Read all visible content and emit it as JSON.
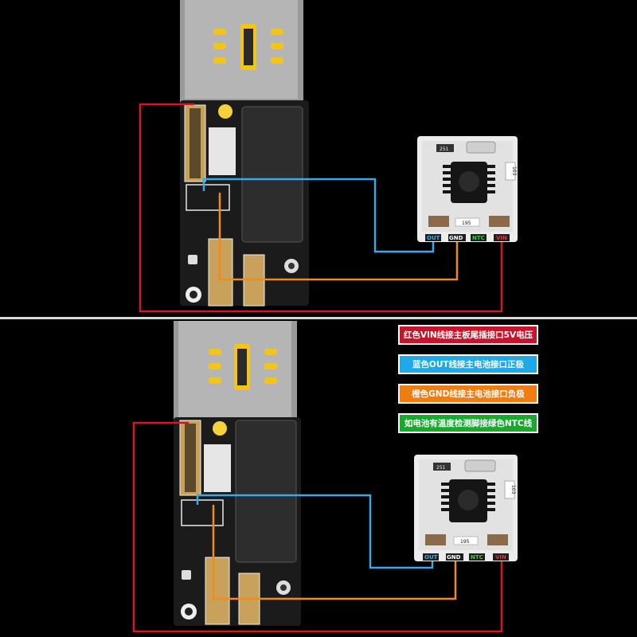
{
  "module": {
    "pins": [
      "OUT",
      "GND",
      "NTC",
      "VIN"
    ],
    "chip_codes": {
      "top_left": "251",
      "right": "103",
      "bottom": "195"
    }
  },
  "legend": [
    {
      "text": "红色VIN线接主板尾插接口5V电压",
      "color": "#c8142b"
    },
    {
      "text": "蓝色OUT线接主电池接口正极",
      "color": "#1ea9e8"
    },
    {
      "text": "橙色GND线接主电池接口负极",
      "color": "#ee7d12"
    },
    {
      "text": "如电池有温度检测脚接绿色NTC线",
      "color": "#18a832"
    }
  ],
  "wire_colors": {
    "vin": "#d6152b",
    "out": "#3aa8e6",
    "gnd": "#f28a1c"
  },
  "pin_colors": {
    "OUT": "#4aa8e0",
    "GND": "#ffffff",
    "NTC": "#3ccf4a",
    "VIN": "#e8323c"
  }
}
